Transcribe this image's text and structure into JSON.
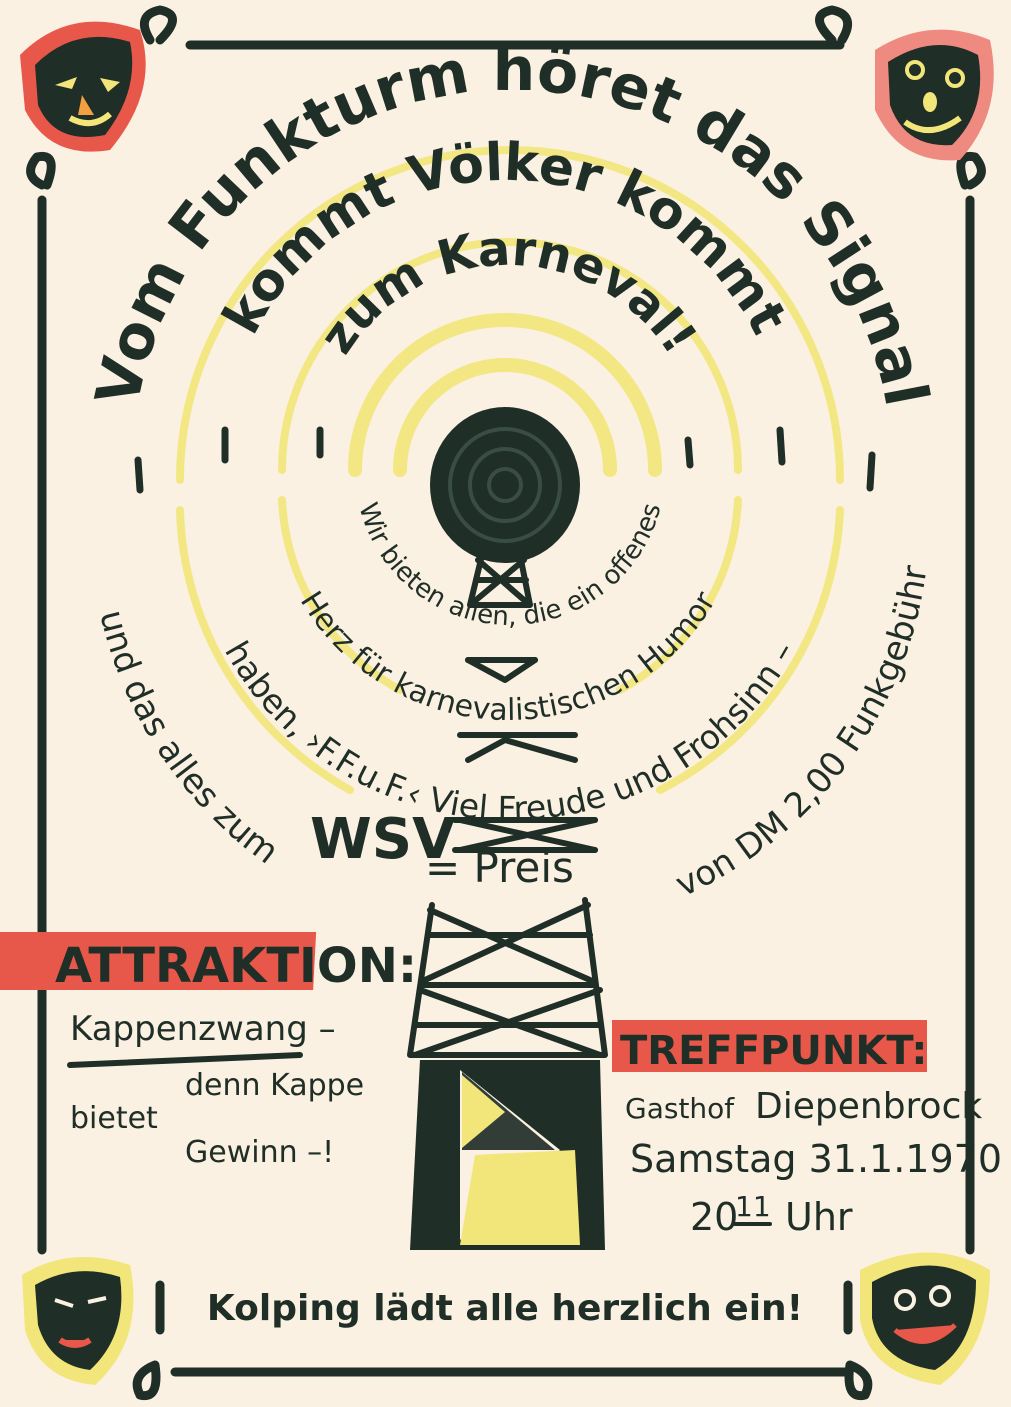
{
  "colors": {
    "paper": "#fbf1e2",
    "ink": "#1f2e27",
    "red": "#e8584a",
    "yellow": "#f2e57a",
    "pink": "#ee8a80"
  },
  "headline": {
    "line1": "Vom Funkturm höret das Signal",
    "line2": "kommt Völker kommt",
    "line3": "zum Karneval!"
  },
  "inner_text": {
    "line1": "Wir bieten allen, die ein offenes",
    "line2": "Herz für karnevalistischen Humor",
    "line3": "haben, ›F.F.u.F.‹ Viel Freude und Frohsinn –",
    "line4": "und das alles zum",
    "wsv": "WSV",
    "preis": "= Preis",
    "line5": "von DM 2,00 Funkgebühr"
  },
  "attraktion": {
    "heading": "ATTRAKTION:",
    "line1": "Kappenzwang –",
    "line2a": "denn Kappe",
    "line2b": "bietet",
    "line3": "Gewinn –!"
  },
  "treffpunkt": {
    "heading": "TREFFPUNKT:",
    "venue_prefix": "Gasthof",
    "venue_name": "Diepenbrock",
    "date": "Samstag 31.1.1970",
    "time_hour": "20",
    "time_minute": "11",
    "time_unit": "Uhr"
  },
  "footer": "Kolping lädt alle herzlich ein!",
  "icons": [
    "radio-tower-icon",
    "antenna-dish-icon",
    "carnival-mask-icon"
  ]
}
